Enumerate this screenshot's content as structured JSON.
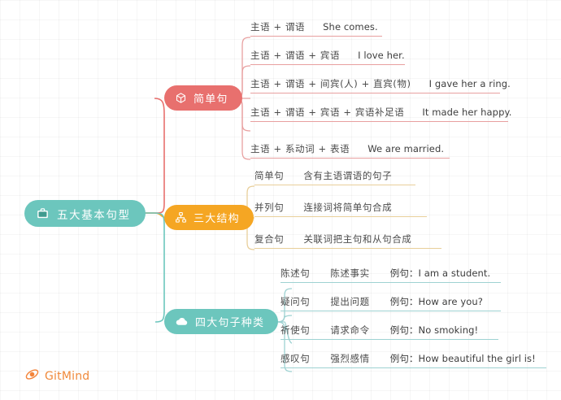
{
  "app": {
    "brand_name": "GitMind"
  },
  "root": {
    "label": "五大基本句型",
    "icon": "briefcase-icon",
    "color": "#6cc6bd"
  },
  "branches": [
    {
      "id": "simple",
      "label": "简单句",
      "icon": "cube-icon",
      "color": "#e8706e",
      "line_color": "#e8a0a0",
      "items": [
        {
          "pattern": "主语 + 谓语",
          "example": "She comes."
        },
        {
          "pattern": "主语 + 谓语 + 宾语",
          "example": "I love her."
        },
        {
          "pattern": "主语 + 谓语 + 间宾(人) + 直宾(物)",
          "example": "I gave her a ring."
        },
        {
          "pattern": "主语 + 谓语 + 宾语 + 宾语补足语",
          "example": "It made her happy."
        },
        {
          "pattern": "主语 + 系动词 + 表语",
          "example": "We are married."
        }
      ]
    },
    {
      "id": "structure",
      "label": "三大结构",
      "icon": "network-nodes-icon",
      "color": "#f5a623",
      "line_color": "#e8cf9a",
      "items": [
        {
          "name": "简单句",
          "desc": "含有主语谓语的句子"
        },
        {
          "name": "并列句",
          "desc": "连接词将简单句合成"
        },
        {
          "name": "复合句",
          "desc": "关联词把主句和从句合成"
        }
      ]
    },
    {
      "id": "types",
      "label": "四大句子种类",
      "icon": "cloud-icon",
      "color": "#6cc6bd",
      "line_color": "#9ed2d2",
      "items": [
        {
          "name": "陈述句",
          "desc": "陈述事实",
          "example": "例句：I am a student."
        },
        {
          "name": "疑问句",
          "desc": "提出问题",
          "example": "例句：How are you?"
        },
        {
          "name": "祈使句",
          "desc": "请求命令",
          "example": "例句：No smoking!"
        },
        {
          "name": "感叹句",
          "desc": "强烈感情",
          "example": "例句：How beautiful the girl is!"
        }
      ]
    }
  ]
}
